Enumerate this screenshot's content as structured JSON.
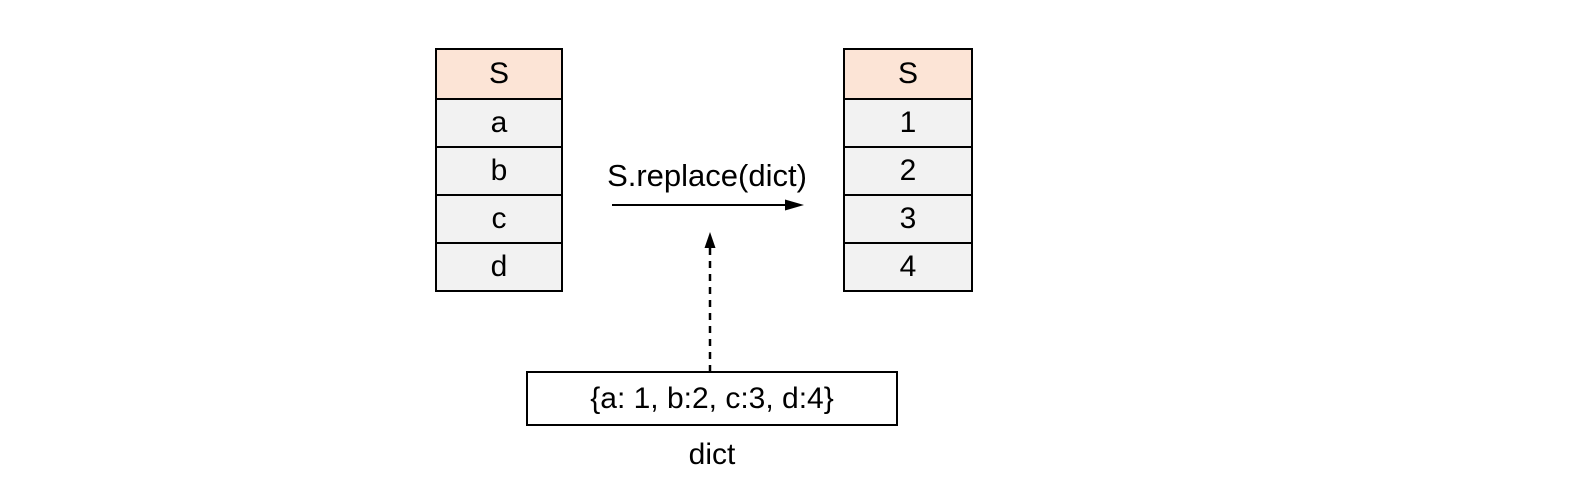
{
  "diagram": {
    "operation_label": "S.replace(dict)",
    "dict_box_text": "{a: 1, b:2, c:3, d:4}",
    "dict_label": "dict",
    "input_series": {
      "header": "S",
      "rows": [
        "a",
        "b",
        "c",
        "d"
      ]
    },
    "output_series": {
      "header": "S",
      "rows": [
        "1",
        "2",
        "3",
        "4"
      ]
    },
    "colors": {
      "header_fill": "#FCE4D6",
      "cell_fill": "#F2F2F2",
      "border": "#000000",
      "background": "#FFFFFF"
    },
    "icons": {
      "right_arrow": "solid right arrow",
      "up_dashed_arrow": "dashed up arrow"
    }
  }
}
